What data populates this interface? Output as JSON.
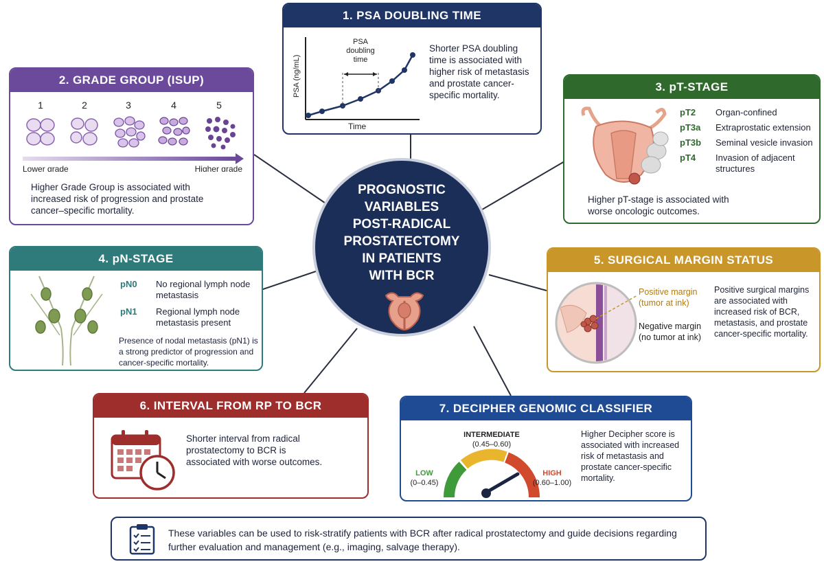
{
  "center": {
    "title_lines": [
      "PROGNOSTIC",
      "VARIABLES",
      "POST-RADICAL",
      "PROSTATECTOMY",
      "IN PATIENTS",
      "WITH BCR"
    ]
  },
  "psa": {
    "title": "1. PSA DOUBLING TIME",
    "y_axis_label": "PSA (ng/mL)",
    "x_axis_label": "Time",
    "doubling_label_lines": [
      "PSA",
      "doubling",
      "time"
    ],
    "description": "Shorter PSA doubling time is associated with higher risk of metastasis and prostate cancer-specific mortality."
  },
  "grade": {
    "title": "2. GRADE GROUP (ISUP)",
    "groups": [
      "1",
      "2",
      "3",
      "4",
      "5"
    ],
    "lower_label": "Lower grade",
    "higher_label": "Higher grade",
    "description": "Higher Grade Group is associated with increased risk of progression and prostate cancer–specific mortality."
  },
  "pt": {
    "title": "3. pT-STAGE",
    "stages": [
      {
        "code": "pT2",
        "desc": "Organ-confined"
      },
      {
        "code": "pT3a",
        "desc": "Extraprostatic extension"
      },
      {
        "code": "pT3b",
        "desc": "Seminal vesicle invasion"
      },
      {
        "code": "pT4",
        "desc": "Invasion of adjacent structures"
      }
    ],
    "description": "Higher pT-stage is associated with worse oncologic outcomes."
  },
  "pn": {
    "title": "4. pN-STAGE",
    "stages": [
      {
        "code": "pN0",
        "desc": "No regional lymph node metastasis"
      },
      {
        "code": "pN1",
        "desc": "Regional lymph node metastasis present"
      }
    ],
    "description": "Presence of nodal metastasis (pN1) is a strong predictor of progression and cancer-specific mortality."
  },
  "margin": {
    "title": "5. SURGICAL MARGIN STATUS",
    "positive_label": "Positive margin",
    "positive_sub": "(tumor at ink)",
    "negative_label": "Negative margin",
    "negative_sub": "(no tumor at ink)",
    "description": "Positive surgical margins are associated with increased risk of BCR, metastasis, and prostate cancer-specific mortality."
  },
  "interval": {
    "title": "6. INTERVAL FROM RP TO BCR",
    "description": "Shorter interval from radical prostatectomy to BCR is associated with worse outcomes."
  },
  "decipher": {
    "title": "7. DECIPHER GENOMIC CLASSIFIER",
    "low_label": "LOW",
    "low_range": "(0–0.45)",
    "intermediate_label": "INTERMEDIATE",
    "intermediate_range": "(0.45–0.60)",
    "high_label": "HIGH",
    "high_range": "(0.60–1.00)",
    "description": "Higher Decipher score is associated with increased risk of metastasis and prostate cancer-specific mortality."
  },
  "footer": {
    "text": "These variables can be used to risk-stratify patients with BCR after radical prostatectomy and guide decisions regarding further evaluation and management (e.g., imaging, salvage therapy)."
  },
  "colors": {
    "navy": "#1b2e58",
    "purple": "#6b4a9b",
    "green": "#2f6a2c",
    "teal": "#2f7a7a",
    "gold": "#c9962a",
    "red": "#9e2e2c",
    "blue": "#1f4a94"
  },
  "icons": [
    "prostate-icon",
    "lymph-nodes-icon",
    "margin-magnifier-icon",
    "calendar-clock-icon",
    "gauge-icon",
    "clipboard-checklist-icon"
  ]
}
